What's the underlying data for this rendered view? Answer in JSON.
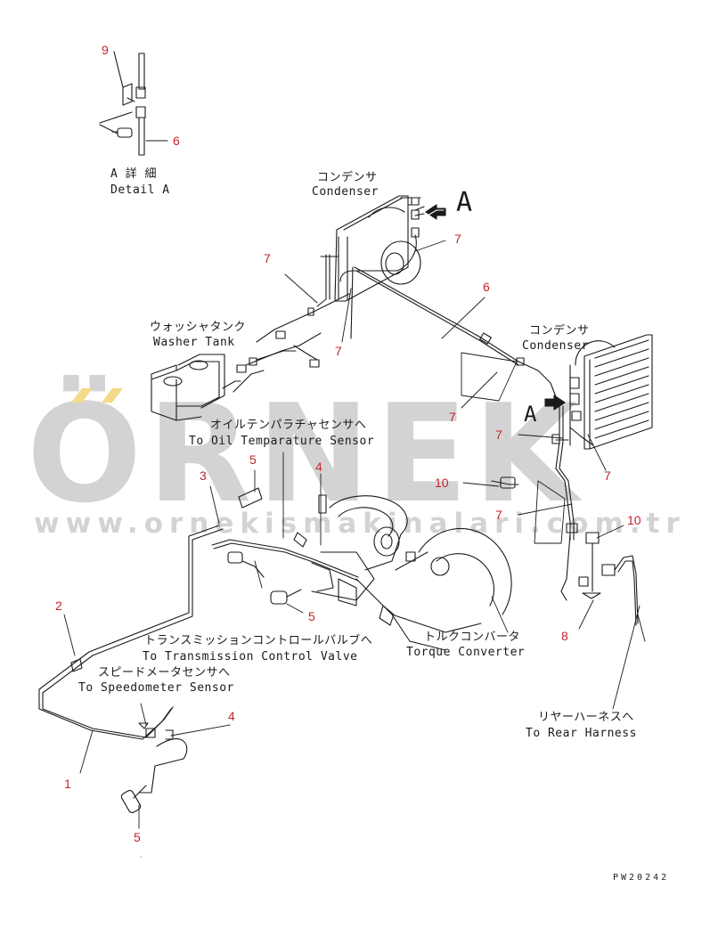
{
  "labels": {
    "detail_ja": "A 詳 細",
    "detail_en": "Detail A",
    "condenser1_ja": "コンデンサ",
    "condenser1_en": "Condenser",
    "condenser2_ja": "コンデンサ",
    "condenser2_en": "Condenser",
    "washer_ja": "ウォッシャタンク",
    "washer_en": "Washer Tank",
    "oil_ja": "オイルテンパラチャセンサへ",
    "oil_en": "To Oil Temparature Sensor",
    "trans_ja": "トランスミッションコントロールバルブへ",
    "trans_en": "To Transmission Control Valve",
    "speedo_ja": "スピードメータセンサへ",
    "speedo_en": "To Speedometer Sensor",
    "torque_ja": "トルクコンバータ",
    "torque_en": "Torque Converter",
    "rear_ja": "リヤーハーネスへ",
    "rear_en": "To Rear Harness",
    "arrow_a1": "A",
    "arrow_a2": "A",
    "drawing_code": "PW20242"
  },
  "callouts": {
    "c9": "9",
    "c6a": "6",
    "c7a": "7",
    "c7b": "7",
    "c7c": "7",
    "c6b": "6",
    "c7d": "7",
    "c7e": "7",
    "c7f": "7",
    "c7g": "7",
    "c5a": "5",
    "c3": "3",
    "c4a": "4",
    "c10a": "10",
    "c10b": "10",
    "c5b": "5",
    "c2": "2",
    "c4b": "4",
    "c1": "1",
    "c5c": "5",
    "c8": "8"
  },
  "watermark": {
    "brand": "ÖRNEK",
    "url": "www.ornekismakinalari.com.tr",
    "color": "#d3d3d3",
    "accent": "#f3d98a"
  },
  "colors": {
    "line": "#1a1a1a",
    "callout": "#c0262d"
  }
}
